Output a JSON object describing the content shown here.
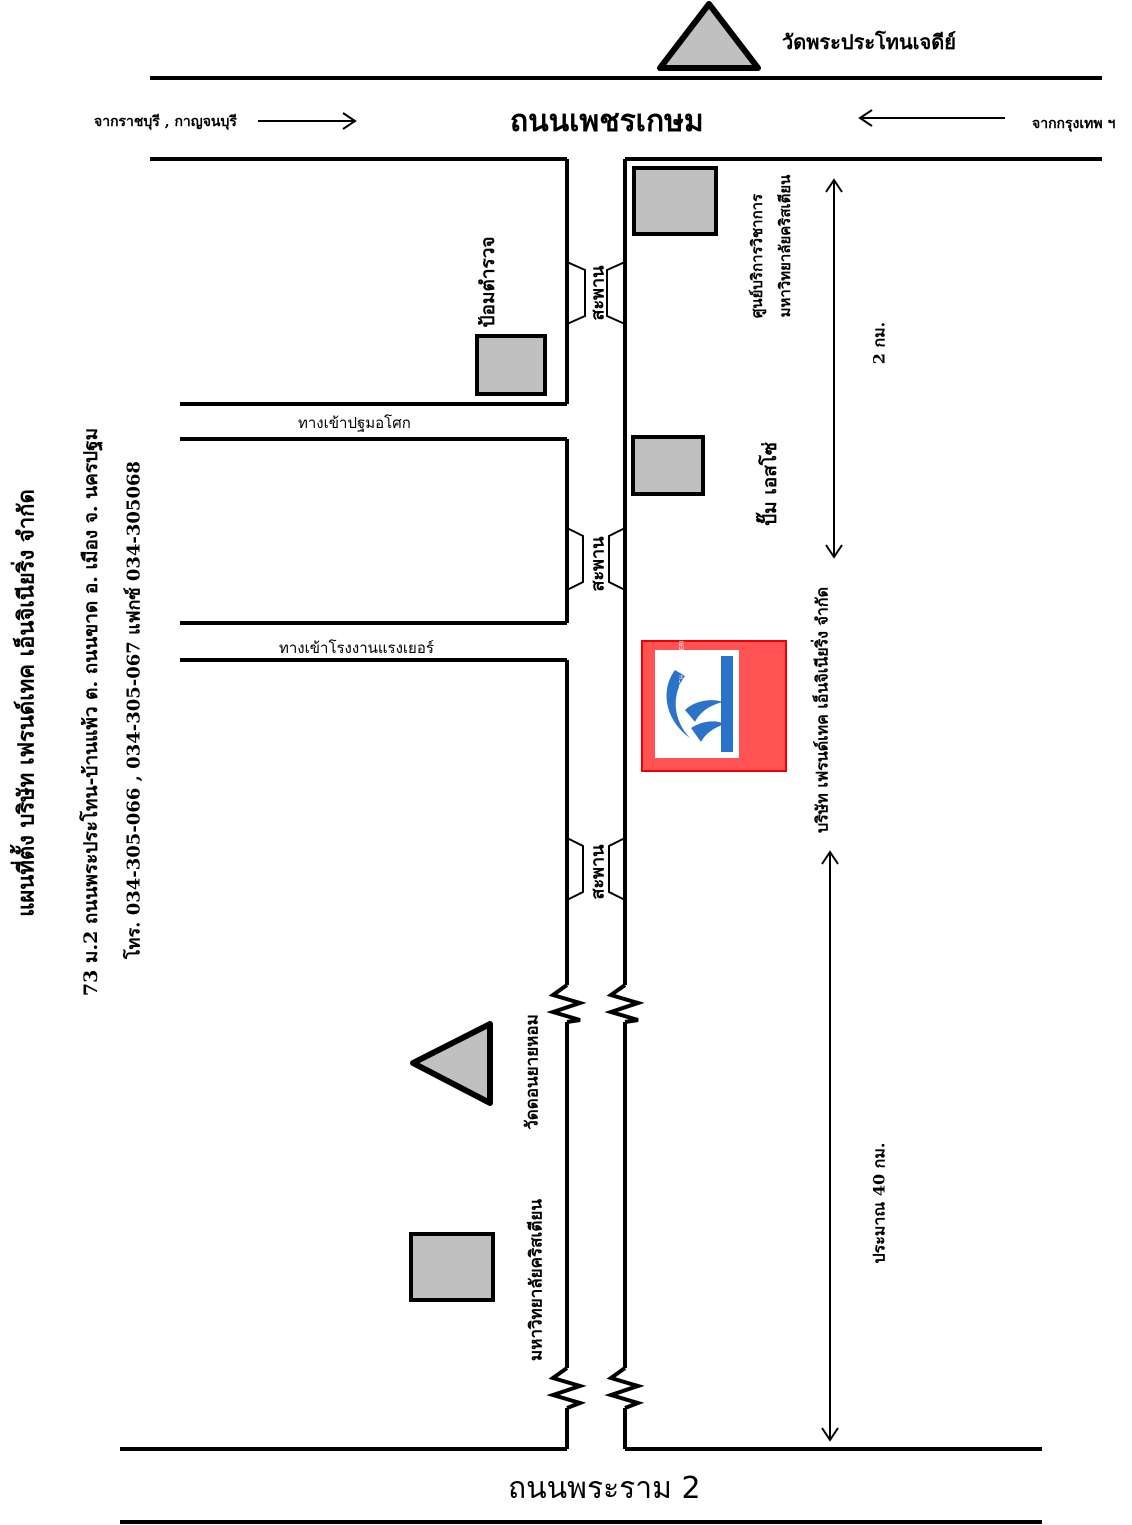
{
  "map": {
    "title": "แผนที่ตั้ง บริษัท เฟรนด์เทค เอ็นจิเนียริ่ง จำกัด",
    "address": "73 ม.2 ถนนพระประโทน-บ้านแพ้ว  ต. ถนนขาด อ. เมือง จ. นครปฐม",
    "phone": "โทร. 034-305-066 , 034-305-067   แฟกซ์ 034-305068",
    "road_top": "ถนนเพชรเกษม",
    "road_bottom": "ถนนพระราม 2",
    "from_left": "จากราชบุรี , กาญจนบุรี",
    "from_right": "จากกรุงเทพ ฯ",
    "temple_top": "วัดพระประโทนเจดีย์",
    "police": "ป้อมตำรวจ",
    "bridge1": "สะพาน",
    "bridge2": "สะพาน",
    "bridge3": "สะพาน",
    "entrance1": "ทางเข้าปฐมอโศก",
    "entrance2": "ทางเข้าโรงงานแรงเยอร์",
    "service_center_line1": "ศูนย์บริการวิชาการ",
    "service_center_line2": "มหาวิทยาลัยคริสเตียน",
    "gas_station": "ปั๊ม เอสโซ่",
    "company": "บริษัท เฟรนด์เทค เอ็นจิเนียริ่ง จำกัด",
    "logo_text": "FRIENDTECH ENGINEERING CO.,LTD.",
    "distance_short": "2 กม.",
    "distance_long": "ประมาณ 40 กม.",
    "temple_bottom": "วัดดอนยายหอม",
    "university": "มหาวิทยาลัยคริสเตียน"
  },
  "colors": {
    "landmark_fill": "#c0c0c0",
    "company_box": "#ff5252",
    "logo_blue": "#2b73c8"
  }
}
